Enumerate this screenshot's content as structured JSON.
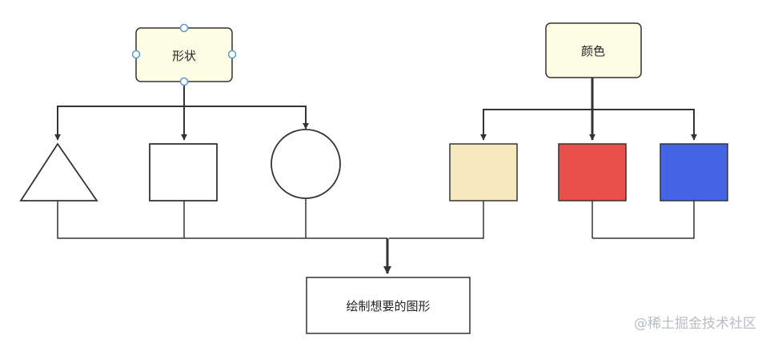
{
  "diagram": {
    "shape_node": {
      "label": "形状"
    },
    "color_node": {
      "label": "颜色"
    },
    "result_node": {
      "label": "绘制想要的图形"
    },
    "shapes": [
      "triangle",
      "square",
      "circle"
    ],
    "color_swatches": [
      {
        "name": "beige",
        "color": "#f6e9c2"
      },
      {
        "name": "red",
        "color": "#e9504c"
      },
      {
        "name": "blue",
        "color": "#4565e6"
      }
    ],
    "colors": {
      "note_fill": "#fdfde6",
      "line": "#333333",
      "handle": "#5b9bd5"
    }
  },
  "watermark": {
    "text": "@稀土掘金技术社区"
  }
}
